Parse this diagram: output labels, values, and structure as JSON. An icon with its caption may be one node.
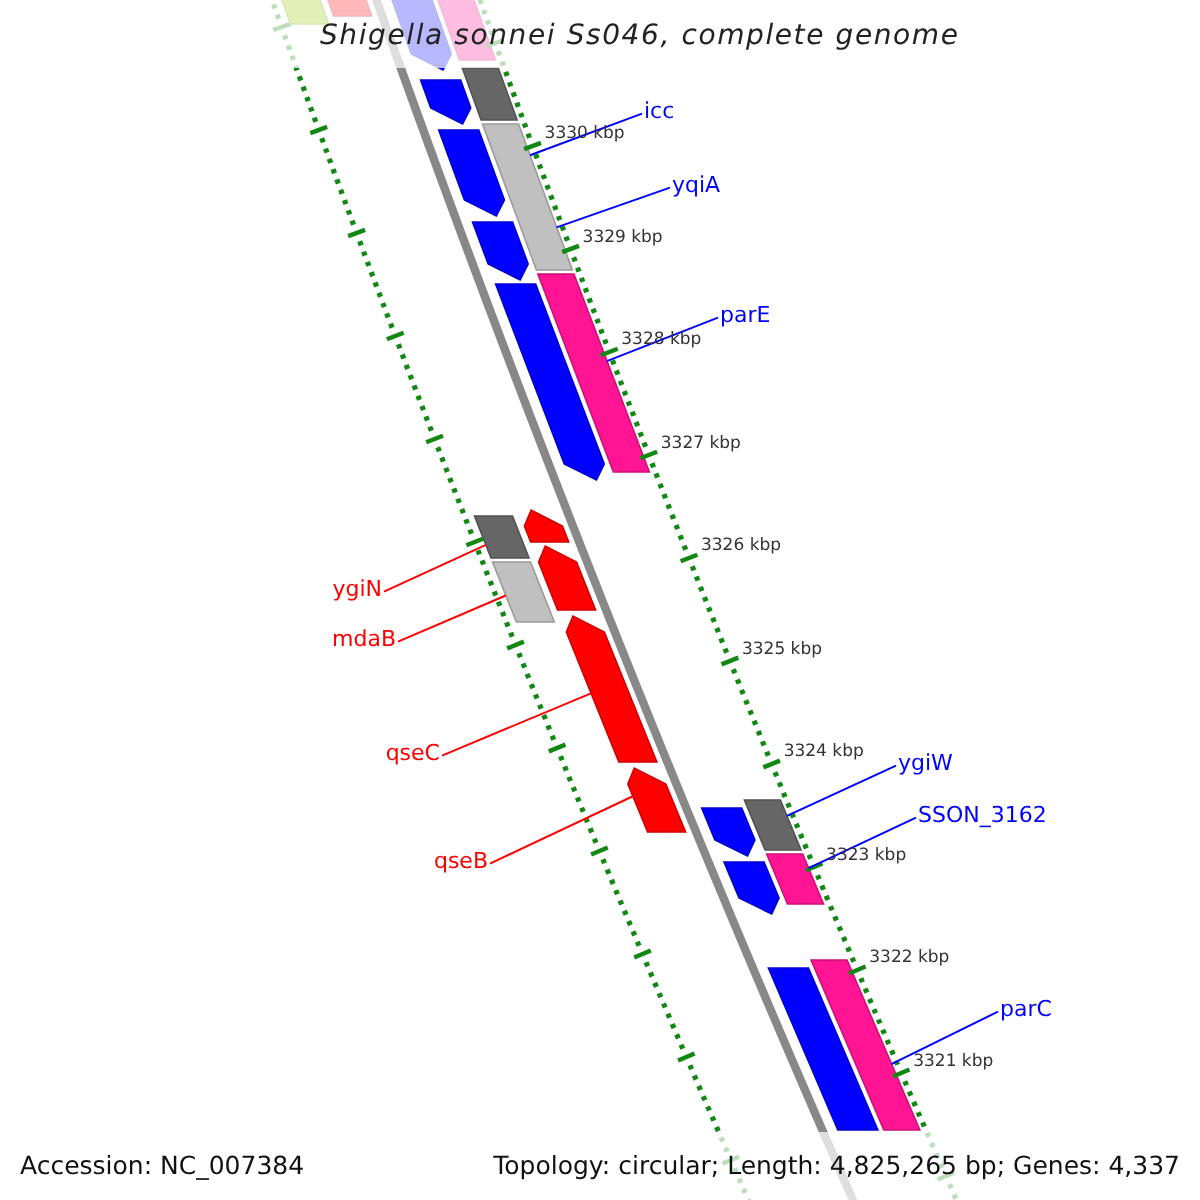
{
  "diagram": {
    "title": "Shigella sonnei Ss046, complete genome",
    "nodes": [
      {
        "text": [
          "icc"
        ]
      },
      {
        "text": [
          "yqiA"
        ]
      },
      {
        "text": [
          "parE"
        ]
      },
      {
        "text": [
          "ygiN"
        ]
      },
      {
        "text": [
          "mdaB"
        ]
      },
      {
        "text": [
          "qseC"
        ]
      },
      {
        "text": [
          "ygiW"
        ]
      },
      {
        "text": [
          "SSON_3162"
        ]
      },
      {
        "text": [
          "qseB"
        ]
      },
      {
        "text": [
          "parC"
        ]
      },
      {
        "text": [],
        "shape": "pentagon"
      },
      {
        "text": [],
        "shape": "pentagon"
      },
      {
        "text": [],
        "shape": "pentagon"
      },
      {
        "text": [],
        "shape": "pentagon"
      },
      {
        "text": [],
        "shape": "pentagon"
      },
      {
        "text": [],
        "shape": "pentagon"
      },
      {
        "text": [],
        "shape": "pentagon"
      },
      {
        "text": [],
        "shape": "bar"
      },
      {
        "text": [],
        "shape": "bar"
      },
      {
        "text": [],
        "shape": "bar"
      },
      {
        "text": [],
        "shape": "bar"
      },
      {
        "text": [],
        "shape": "bar"
      },
      {
        "text": [],
        "shape": "bar"
      },
      {
        "text": [],
        "shape": "bar"
      },
      {
        "text": [],
        "shape": "bar"
      },
      {
        "text": [],
        "shape": "bar"
      },
      {
        "text": [],
        "shape": "pentagon"
      },
      {
        "text": [],
        "shape": "pentagon"
      },
      {
        "text": [],
        "shape": "pentagon"
      },
      {
        "text": [],
        "shape": "pentagon"
      },
      {
        "text": [],
        "shape": "bar"
      },
      {
        "text": [],
        "shape": "bar"
      },
      {
        "text": [],
        "shape": "bar"
      }
    ],
    "edges": [
      {
        "from": 0,
        "to": 20,
        "arrow": "none"
      },
      {
        "from": 1,
        "to": 20,
        "arrow": "none"
      },
      {
        "from": 2,
        "to": 21,
        "arrow": "none"
      },
      {
        "from": 3,
        "to": 30,
        "arrow": "none",
        "color": "#ff0000"
      },
      {
        "from": 4,
        "to": 31,
        "arrow": "none",
        "color": "#ff0000"
      },
      {
        "from": 5,
        "to": 28,
        "arrow": "none",
        "color": "#ff0000"
      },
      {
        "from": 6,
        "to": 22,
        "arrow": "none"
      },
      {
        "from": 7,
        "to": 23,
        "arrow": "none"
      },
      {
        "from": 8,
        "to": 29,
        "arrow": "none",
        "color": "#ff0000"
      },
      {
        "from": 9,
        "to": 24,
        "arrow": "none"
      }
    ],
    "labels": [
      "3330 kbp",
      "3329 kbp",
      "3328 kbp",
      "3327 kbp",
      "3326 kbp",
      "3325 kbp",
      "3324 kbp",
      "3323 kbp",
      "3322 kbp",
      "3321 kbp",
      "Accession: NC_007384",
      "Topology: circular; Length: 4,825,265 bp; Genes: 4,337"
    ]
  }
}
